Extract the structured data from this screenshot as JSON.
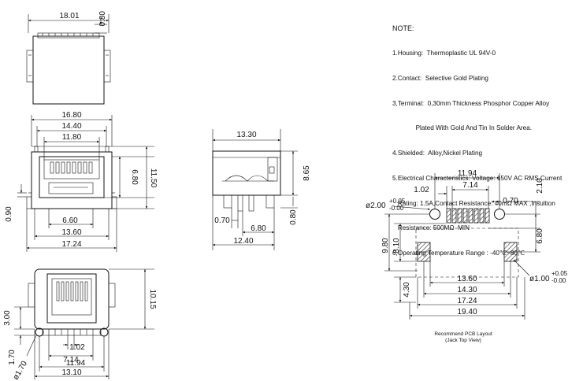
{
  "notes": {
    "title": "NOTE:",
    "lines": [
      "1.Housing:  Thermoplastic UL 94V-0",
      "2.Contact:  Selective Gold Plating",
      "3,Terminal:  0,30mm Thickness Phosphor Copper Alloy",
      "             Plated With Gold And Tin In Solder Area.",
      "4.Shielded:  Alloy,Nickel Plating",
      "5.Electrical Characteristics: Voltage: 150V AC RMS,Current",
      "   Rating: 1.5A,Contact Resistance: 40mΩ MAX ,Insultion",
      "   Resistance: 500MΩ  MIN",
      "6,Operating Temperature Range : -40℃~80℃"
    ]
  },
  "top_view": {
    "d_width": "18.01",
    "d_tab": "0.80"
  },
  "front_view": {
    "d_16_80": "16.80",
    "d_14_40": "14.40",
    "d_11_80": "11.80",
    "d_6_80": "6.80",
    "d_11_50": "11.50",
    "d_0_90": "0.90",
    "d_6_60": "6.60",
    "d_13_60": "13.60",
    "d_17_24": "17.24"
  },
  "side_view": {
    "d_13_30": "13.30",
    "d_8_65": "8.65",
    "d_0_70": "0.70",
    "d_0_80": "0.80",
    "d_6_80": "6.80",
    "d_12_40": "12.40"
  },
  "bottom_view": {
    "d_10_15": "10.15",
    "d_3_00": "3.00",
    "d_1_02": "1.02",
    "d_1_70": "1.70",
    "d_dia": "ø1.70",
    "d_7_14": "7.14",
    "d_11_94": "11.94",
    "d_13_10": "13.10"
  },
  "pcb_layout": {
    "d_11_94": "11.94",
    "d_1_02": "1.02",
    "d_7_14": "7.14",
    "d_0_70": "0.70",
    "d_2_10": "2.10",
    "hole_large": "ø2.00",
    "hole_large_plus": "+0.05",
    "hole_large_minus": "-0.00",
    "d_9_80": "9.80",
    "d_8_10": "8.10",
    "d_6_80": "6.80",
    "d_13_60": "13.60",
    "d_14_30": "14.30",
    "d_17_24": "17.24",
    "d_19_40": "19.40",
    "d_4_30": "4.30",
    "hole_small": "ø1.00",
    "hole_small_plus": "+0.05",
    "hole_small_minus": "-0.00",
    "caption_line1": "Recommend PCB Layout",
    "caption_line2": "(Jack Top View)"
  }
}
